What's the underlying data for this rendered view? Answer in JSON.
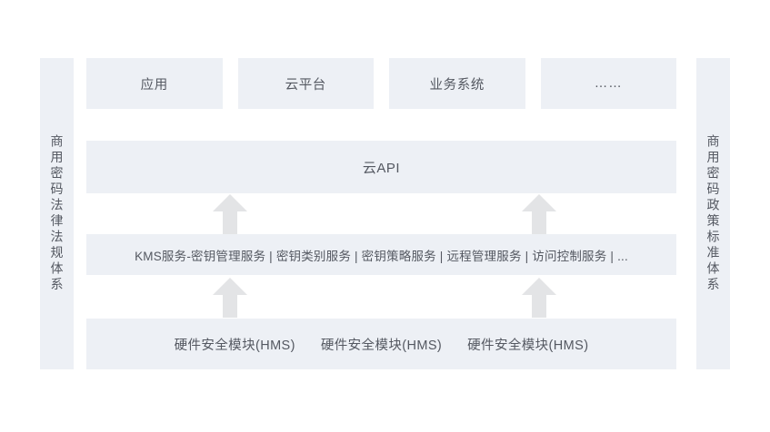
{
  "diagram": {
    "background_color": "#ffffff",
    "box_color": "#edf0f5",
    "text_color": "#545861",
    "arrow_color": "#e3e4e6"
  },
  "rails": {
    "left": {
      "label": "商用密码法律法规体系"
    },
    "right": {
      "label": "商用密码政策标准体系"
    }
  },
  "top_row": {
    "items": [
      {
        "label": "应用"
      },
      {
        "label": "云平台"
      },
      {
        "label": "业务系统"
      },
      {
        "label": "……"
      }
    ]
  },
  "cloud_api": {
    "label": "云API"
  },
  "kms_bar": {
    "label": "KMS服务-密钥管理服务 | 密钥类别服务 | 密钥策略服务 | 远程管理服务 | 访问控制服务 | ..."
  },
  "hsm_bar": {
    "items": [
      {
        "label": "硬件安全模块(HMS)"
      },
      {
        "label": "硬件安全模块(HMS)"
      },
      {
        "label": "硬件安全模块(HMS)"
      }
    ]
  },
  "arrows": [
    {
      "name": "arrow-kms-to-api-left",
      "direction": "up"
    },
    {
      "name": "arrow-kms-to-api-right",
      "direction": "up"
    },
    {
      "name": "arrow-hsm-to-kms-left",
      "direction": "up"
    },
    {
      "name": "arrow-hsm-to-kms-right",
      "direction": "up"
    }
  ]
}
